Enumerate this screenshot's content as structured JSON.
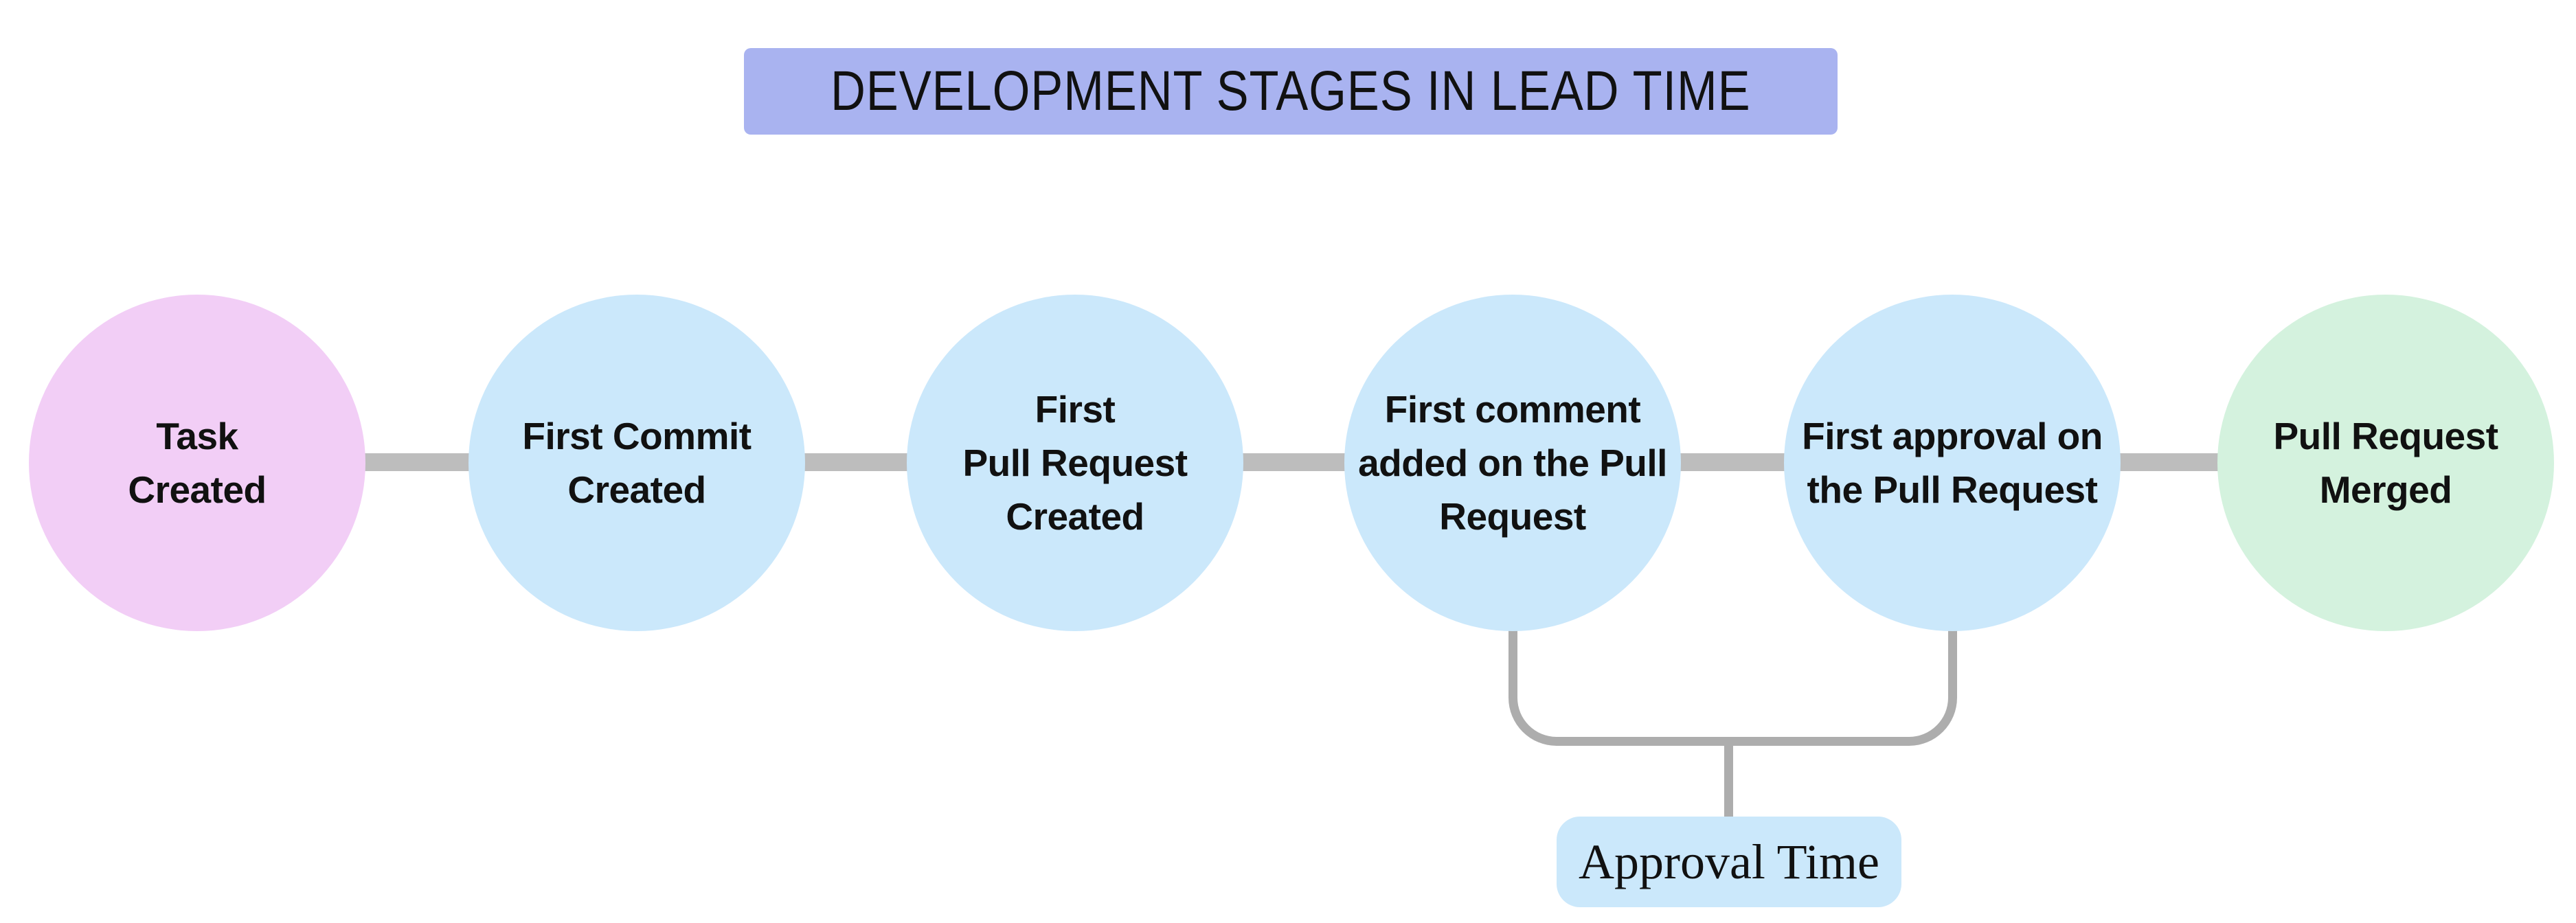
{
  "title": {
    "text": "DEVELOPMENT STAGES IN LEAD TIME",
    "bg_color": "#a9b3f0"
  },
  "stages": [
    {
      "label": "Task\nCreated",
      "color": "#f2cef6"
    },
    {
      "label": "First Commit\nCreated",
      "color": "#cbe8fb"
    },
    {
      "label": "First\nPull Request\nCreated",
      "color": "#cbe8fb"
    },
    {
      "label": "First comment\nadded on the Pull\nRequest",
      "color": "#cbe8fb"
    },
    {
      "label": "First approval on\nthe Pull Request",
      "color": "#cbe8fb"
    },
    {
      "label": "Pull Request\nMerged",
      "color": "#d4f2de"
    }
  ],
  "annotation": {
    "label": "Approval Time",
    "bg_color": "#cbe8fb"
  },
  "colors": {
    "connector": "#bdbdbd",
    "bracket": "#adadad",
    "canvas_bg": "#ffffff",
    "text": "#111111"
  }
}
